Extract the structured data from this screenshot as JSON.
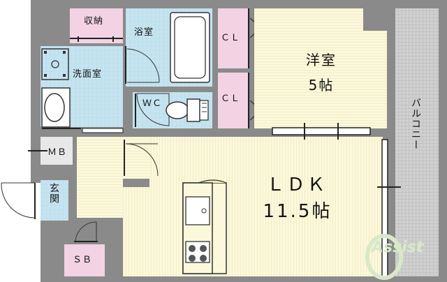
{
  "rooms": {
    "closet_storage": "収納",
    "bathroom": "浴室",
    "washroom": "洗面室",
    "toilet": "ＷＣ",
    "closet_1": "ＣＬ",
    "closet_2": "ＣＬ",
    "western_room": "洋室",
    "western_room_size": "5帖",
    "meter_box": "ＭＢ",
    "entrance": "玄関",
    "shoe_box": "ＳＢ",
    "ldk": "ＬＤＫ",
    "ldk_size": "11.5帖",
    "balcony": "バルコニー"
  },
  "logo": {
    "text": "Assist"
  },
  "colors": {
    "wall": "#808080",
    "floor_room": "#fbf8dc",
    "floor_wet": "#c6e4f0",
    "closet": "#f2d2e3",
    "balcony": "#c8c8c8"
  }
}
